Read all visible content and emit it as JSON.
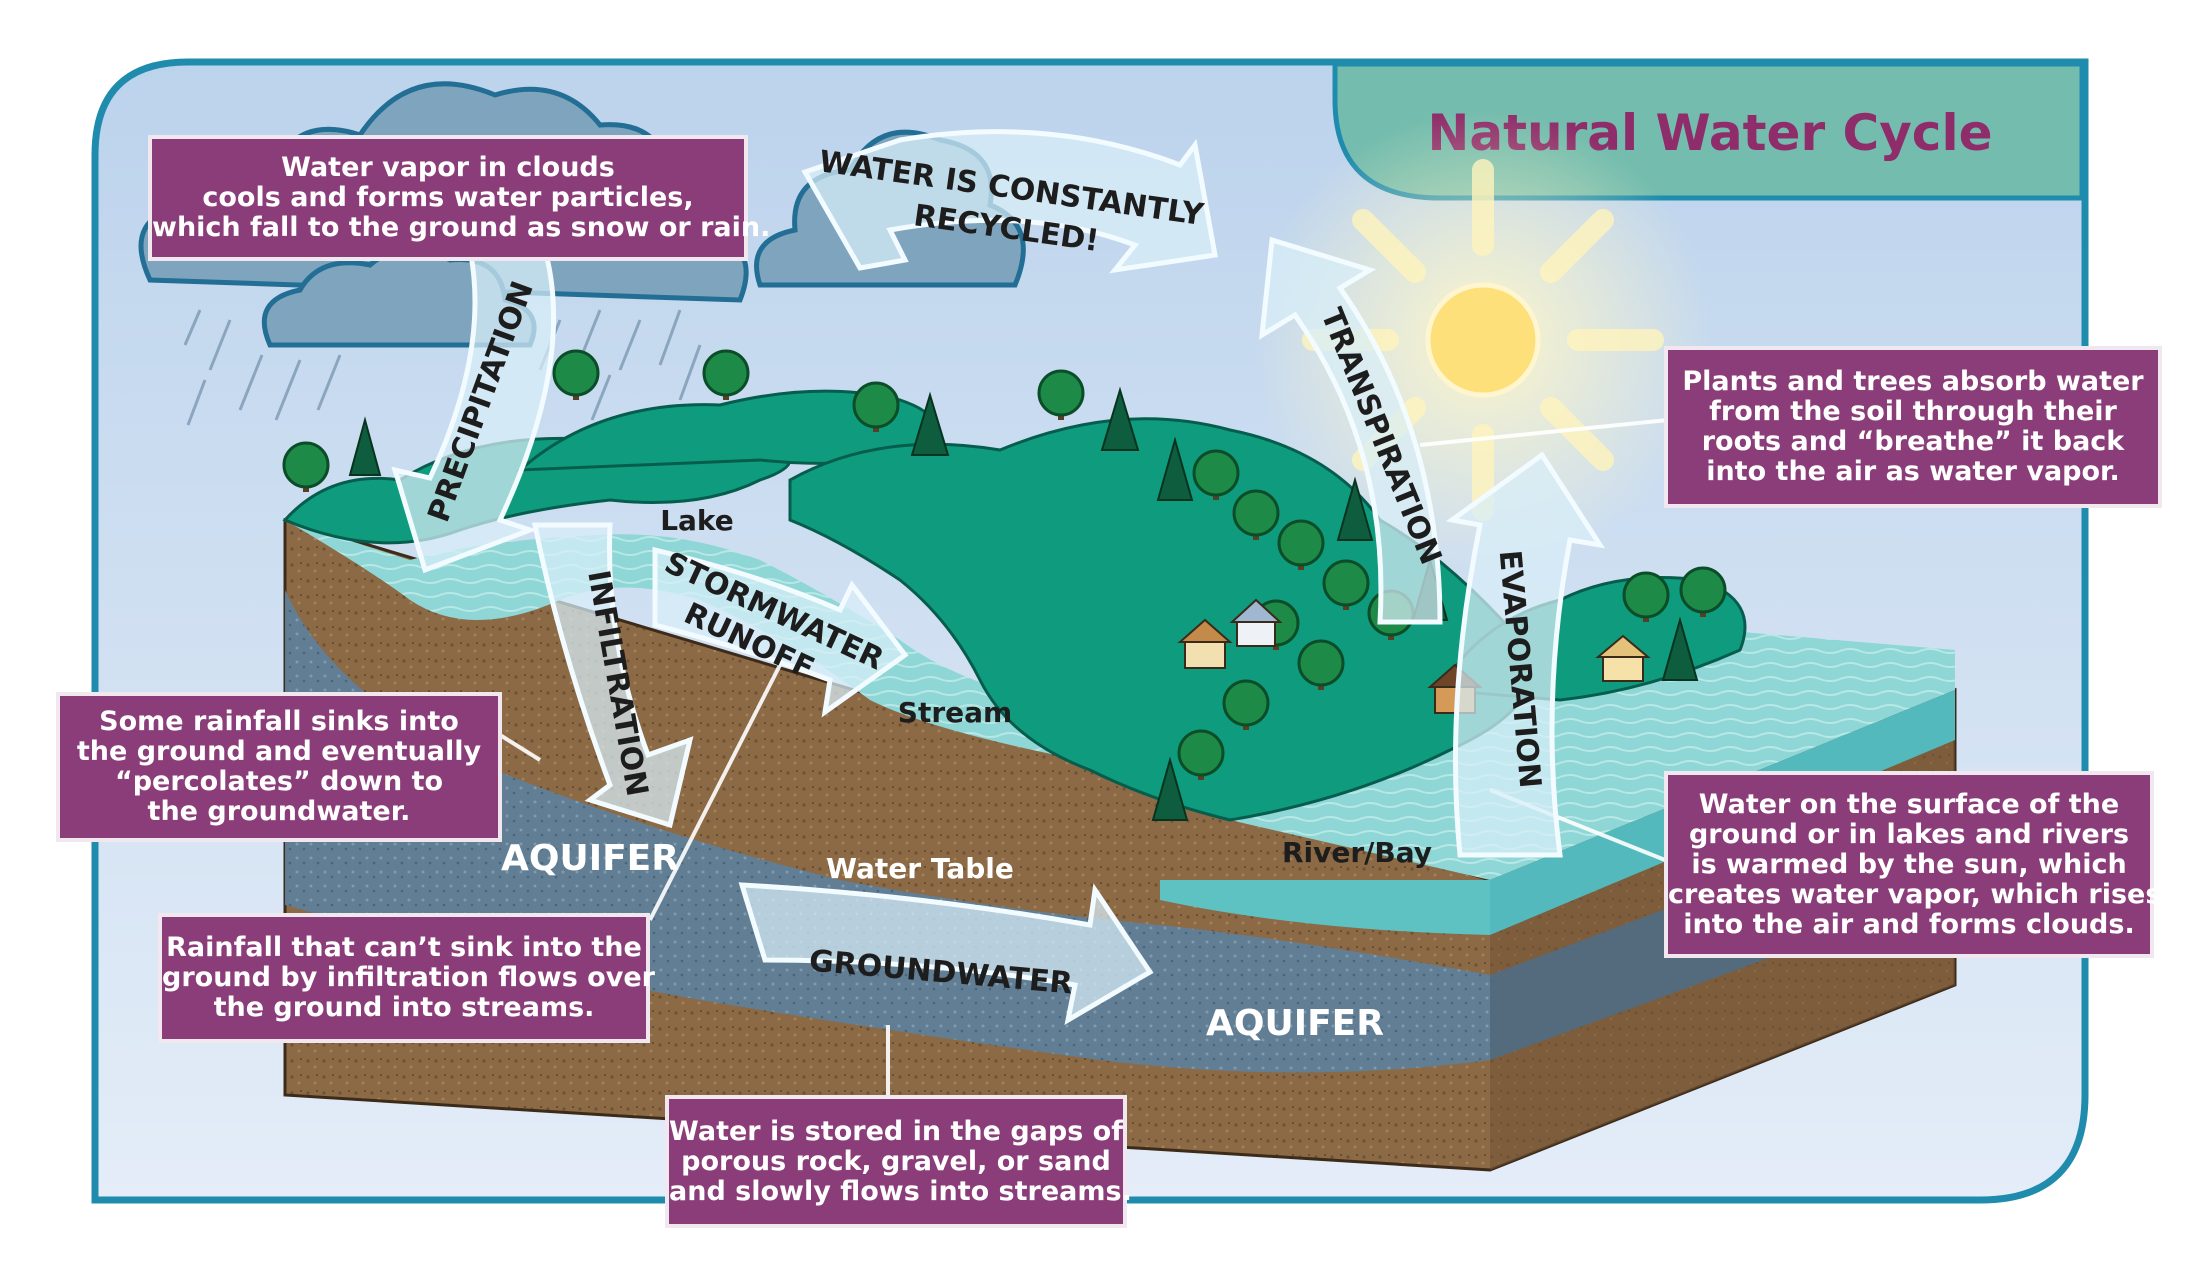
{
  "title": "Natural Water Cycle",
  "arrows": {
    "recycled_line1": "WATER IS CONSTANTLY",
    "recycled_line2": "RECYCLED!",
    "precipitation": "PRECIPITATION",
    "transpiration": "TRANSPIRATION",
    "evaporation": "EVAPORATION",
    "infiltration": "INFILTRATION",
    "runoff_line1": "STORMWATER",
    "runoff_line2": "RUNOFF",
    "groundwater": "GROUNDWATER"
  },
  "place_labels": {
    "lake": "Lake",
    "stream": "Stream",
    "river_bay": "River/Bay",
    "water_table": "Water Table",
    "aquifer_left": "AQUIFER",
    "aquifer_right": "AQUIFER"
  },
  "callouts": {
    "precipitation": [
      "Water vapor in clouds",
      "cools and forms water particles,",
      "which fall to the ground as snow or rain."
    ],
    "transpiration": [
      "Plants and trees absorb water",
      "from the soil through their",
      "roots and “breathe” it back",
      "into the air as water vapor."
    ],
    "infiltration": [
      "Some rainfall sinks into",
      "the ground and eventually",
      "“percolates” down to",
      "the groundwater."
    ],
    "evaporation": [
      "Water on the surface of the",
      "ground or in lakes and rivers",
      "is warmed by the sun, which",
      "creates water vapor, which rises",
      "into the air and forms clouds."
    ],
    "runoff": [
      "Rainfall that can’t sink into the",
      "ground by infiltration flows over",
      "the ground into streams."
    ],
    "groundwater": [
      "Water is stored in the gaps of",
      "porous rock, gravel, or sand",
      "and slowly flows into streams."
    ]
  },
  "colors": {
    "frame": "#1f8cae",
    "title_banner": "#74bcae",
    "title_text": "#8e2d6a",
    "callout_bg": "#8b3d79",
    "land": "#0f9c7e",
    "water": "#8fd6d6",
    "soil": "#8c6a45",
    "aquifer": "#5f7f98",
    "sun": "#fde07a"
  }
}
